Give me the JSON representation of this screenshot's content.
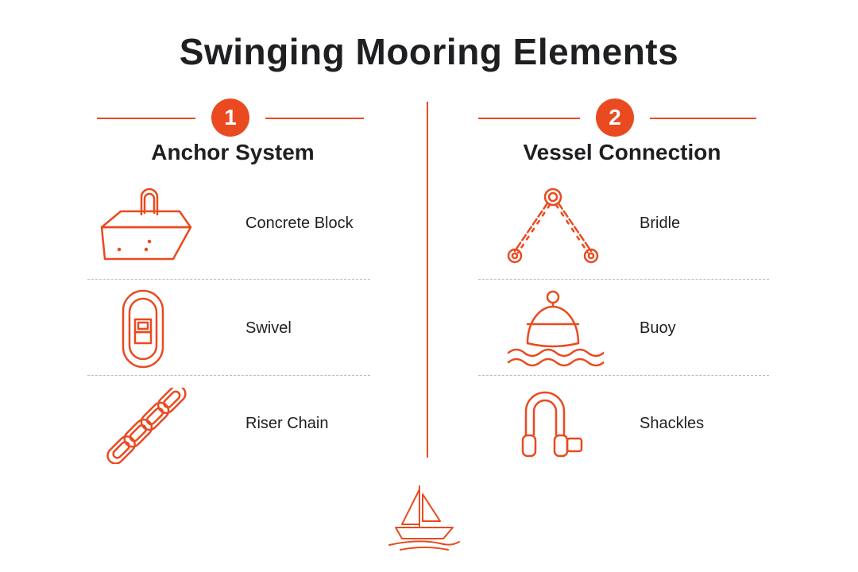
{
  "title": "Swinging Mooring Elements",
  "accent_color": "#ea4a1f",
  "sections": [
    {
      "number": "1",
      "title": "Anchor System",
      "items": [
        {
          "label": "Concrete Block",
          "icon": "concrete-block-icon"
        },
        {
          "label": "Swivel",
          "icon": "swivel-icon"
        },
        {
          "label": "Riser Chain",
          "icon": "riser-chain-icon"
        }
      ]
    },
    {
      "number": "2",
      "title": "Vessel Connection",
      "items": [
        {
          "label": "Bridle",
          "icon": "bridle-icon"
        },
        {
          "label": "Buoy",
          "icon": "buoy-icon"
        },
        {
          "label": "Shackles",
          "icon": "shackle-icon"
        }
      ]
    }
  ],
  "footer_icon": "sailboat-logo-icon"
}
